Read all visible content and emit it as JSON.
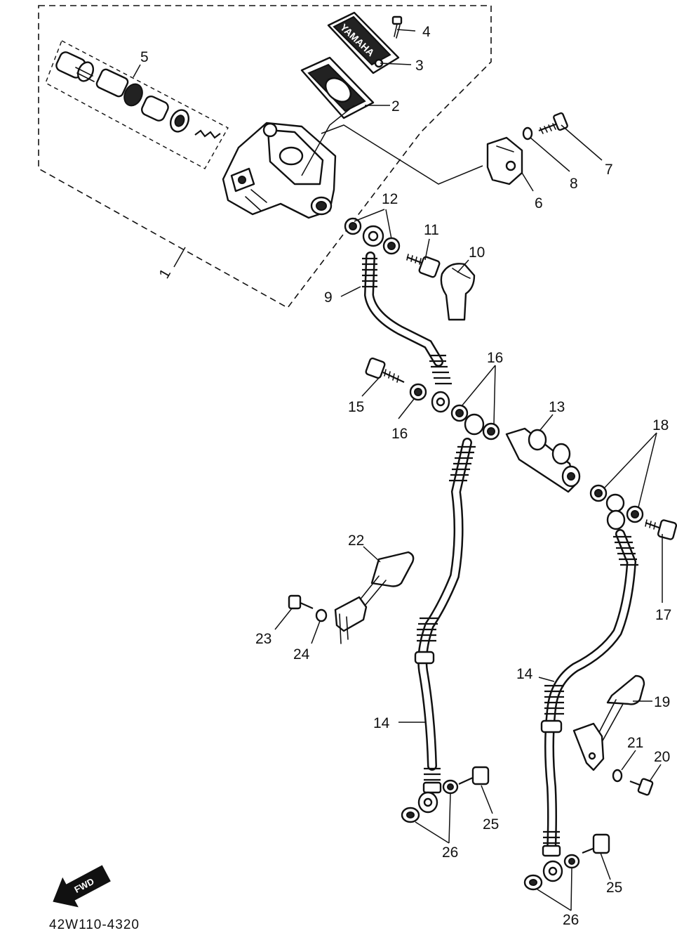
{
  "callouts": [
    {
      "id": "1",
      "label": "1"
    },
    {
      "id": "2",
      "label": "2"
    },
    {
      "id": "3",
      "label": "3"
    },
    {
      "id": "4",
      "label": "4"
    },
    {
      "id": "5",
      "label": "5"
    },
    {
      "id": "6",
      "label": "6"
    },
    {
      "id": "7",
      "label": "7"
    },
    {
      "id": "8",
      "label": "8"
    },
    {
      "id": "9",
      "label": "9"
    },
    {
      "id": "10",
      "label": "10"
    },
    {
      "id": "11",
      "label": "11"
    },
    {
      "id": "12",
      "label": "12"
    },
    {
      "id": "13",
      "label": "13"
    },
    {
      "id": "14",
      "label": "14"
    },
    {
      "id": "15",
      "label": "15"
    },
    {
      "id": "16",
      "label": "16"
    },
    {
      "id": "17",
      "label": "17"
    },
    {
      "id": "18",
      "label": "18"
    },
    {
      "id": "19",
      "label": "19"
    },
    {
      "id": "20",
      "label": "20"
    },
    {
      "id": "21",
      "label": "21"
    },
    {
      "id": "22",
      "label": "22"
    },
    {
      "id": "23",
      "label": "23"
    },
    {
      "id": "24",
      "label": "24"
    },
    {
      "id": "25",
      "label": "25"
    },
    {
      "id": "26",
      "label": "26"
    }
  ],
  "drawing_code": "42W110-4320",
  "direction_arrow": {
    "label": "FWD",
    "icon": "fwd-arrow-icon"
  },
  "reservoir_cap_text": "YAMAHA",
  "colors": {
    "ink": "#111111",
    "paper": "#ffffff"
  }
}
